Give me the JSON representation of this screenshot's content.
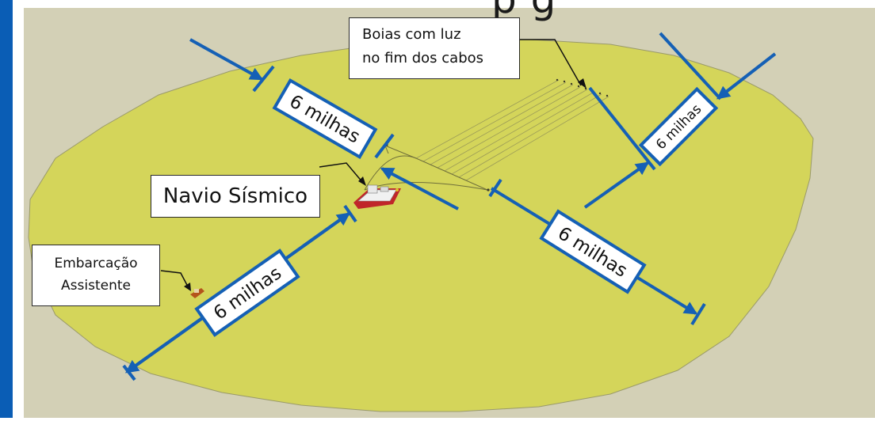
{
  "title_fragment": "p     g",
  "labels": {
    "buoys_line1": "Boias com luz",
    "buoys_line2": "no fim dos cabos",
    "ship": "Navio Sísmico",
    "support_line1": "Embarcação",
    "support_line2": "Assistente"
  },
  "dimensions": {
    "top_left": "6 milhas",
    "top_right": "6 milhas",
    "bottom_right": "6 milhas",
    "bottom_left": "6 milhas"
  },
  "colors": {
    "left_bar": "#0a5db5",
    "background": "#d3d0b6",
    "area": "#d4d55a",
    "area_stroke": "#9a9a6a",
    "arrow": "#1560b5",
    "ship_hull": "#c0262a"
  }
}
